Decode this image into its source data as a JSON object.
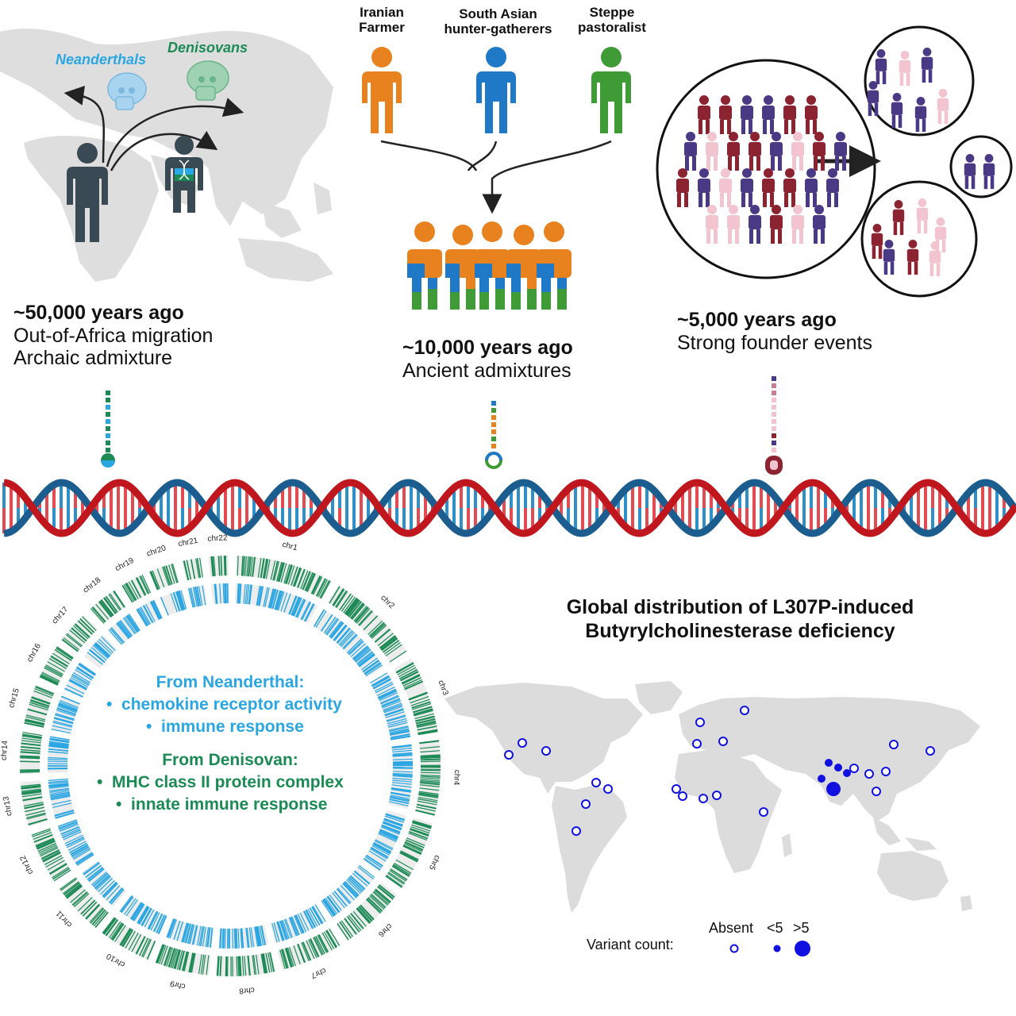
{
  "hominins": {
    "neanderthals": "Neanderthals",
    "denisovans": "Denisovans"
  },
  "populations": [
    {
      "label_line1": "Iranian",
      "label_line2": "Farmer",
      "color": "#e8821f"
    },
    {
      "label_line1": "South Asian",
      "label_line2": "hunter-gatherers",
      "color": "#1f79c7"
    },
    {
      "label_line1": "Steppe",
      "label_line2": "pastoralist",
      "color": "#3f9b35"
    }
  ],
  "eras": [
    {
      "year": "~50,000 years ago",
      "line1": "Out-of-Africa migration",
      "line2": "Archaic admixture"
    },
    {
      "year": "~10,000 years ago",
      "line1": "Ancient admixtures",
      "line2": ""
    },
    {
      "year": "~5,000 years ago",
      "line1": "Strong founder events",
      "line2": ""
    }
  ],
  "functions": {
    "neanderthal_heading": "From Neanderthal:",
    "neanderthal_items": [
      "chemokine receptor activity",
      "immune response"
    ],
    "denisovan_heading": "From Denisovan:",
    "denisovan_items": [
      "MHC class II protein complex",
      "innate immune response"
    ]
  },
  "chromosomes": [
    "chr1",
    "chr2",
    "chr3",
    "chr4",
    "chr5",
    "chr6",
    "chr7",
    "chr8",
    "chr9",
    "chr10",
    "chr11",
    "chr12",
    "chr13",
    "chr14",
    "chr15",
    "chr16",
    "chr17",
    "chr18",
    "chr19",
    "chr20",
    "chr21",
    "chr22"
  ],
  "map": {
    "title_line1": "Global distribution of L307P-induced",
    "title_line2": "Butyrylcholinesterase deficiency",
    "legend_label": "Variant count:",
    "legend_absent": "Absent",
    "legend_low": "<5",
    "legend_high": ">5"
  },
  "colors": {
    "neanderthal": "#2aa6e3",
    "denisovan": "#1b8a55",
    "dna_red": "#c0161d",
    "dna_blue": "#1c5d8f",
    "map_land": "#dcdcdc",
    "variant": "#1010e0"
  }
}
